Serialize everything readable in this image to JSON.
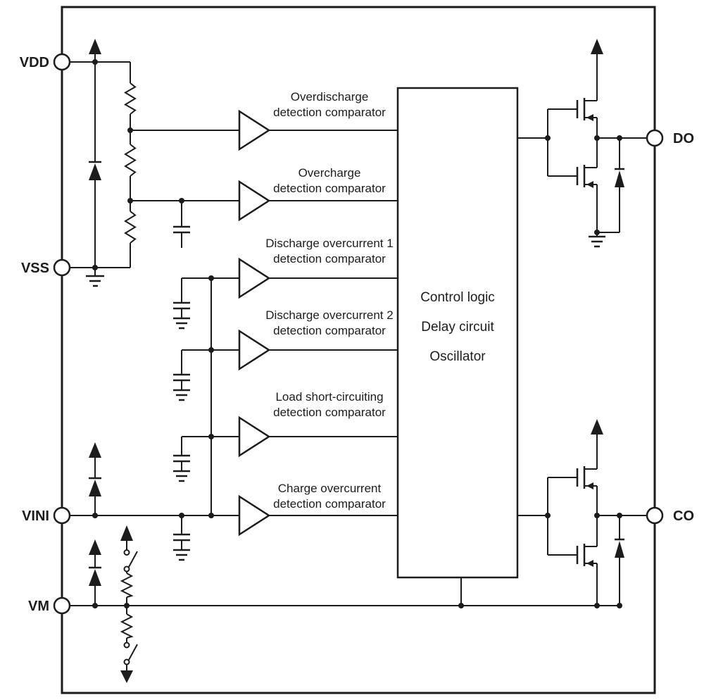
{
  "pins": {
    "vdd": "VDD",
    "vss": "VSS",
    "vini": "VINI",
    "vm": "VM",
    "do": "DO",
    "co": "CO"
  },
  "comparators": {
    "overdischarge": {
      "line1": "Overdischarge",
      "line2": "detection comparator"
    },
    "overcharge": {
      "line1": "Overcharge",
      "line2": "detection comparator"
    },
    "discharge_overcurrent_1": {
      "line1": "Discharge overcurrent 1",
      "line2": "detection comparator"
    },
    "discharge_overcurrent_2": {
      "line1": "Discharge overcurrent 2",
      "line2": "detection comparator"
    },
    "load_short_circuiting": {
      "line1": "Load short-circuiting",
      "line2": "detection comparator"
    },
    "charge_overcurrent": {
      "line1": "Charge overcurrent",
      "line2": "detection comparator"
    }
  },
  "control_block": {
    "line1": "Control logic",
    "line2": "Delay circuit",
    "line3": "Oscillator"
  },
  "colors": {
    "line": "#1c1c1c",
    "background": "#ffffff"
  }
}
